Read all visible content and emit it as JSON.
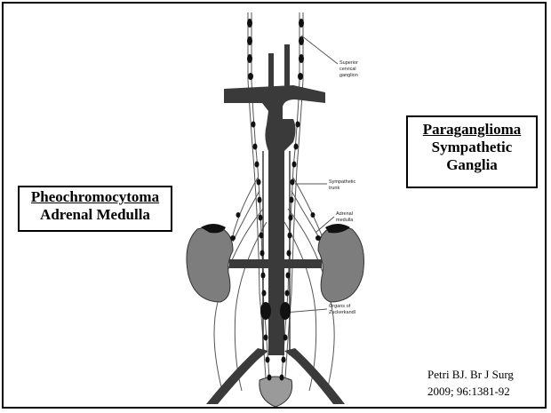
{
  "slide": {
    "left_box": {
      "title": "Pheochromocytoma",
      "subtitle": "Adrenal Medulla"
    },
    "right_box": {
      "title": "Paraganglioma",
      "line2": "Sympathetic",
      "line3": "Ganglia"
    },
    "citation": {
      "line1": "Petri BJ. Br J Surg",
      "line2": "2009; 96:1381-92"
    }
  },
  "diagram_labels": {
    "superior_cervical": [
      "Superior",
      "cervical",
      "ganglion"
    ],
    "sympathetic_trunk": [
      "Sympathetic",
      "trunk"
    ],
    "adrenal_medulla": [
      "Adrenal",
      "medulla"
    ],
    "zuckerkandl": [
      "Organs of",
      "Zuckerkandl"
    ]
  },
  "colors": {
    "vessel": "#3a3a3a",
    "kidney": "#7d7d7d",
    "bladder": "#9a9a9a",
    "ganglion": "#111111",
    "nerve": "#555555"
  }
}
